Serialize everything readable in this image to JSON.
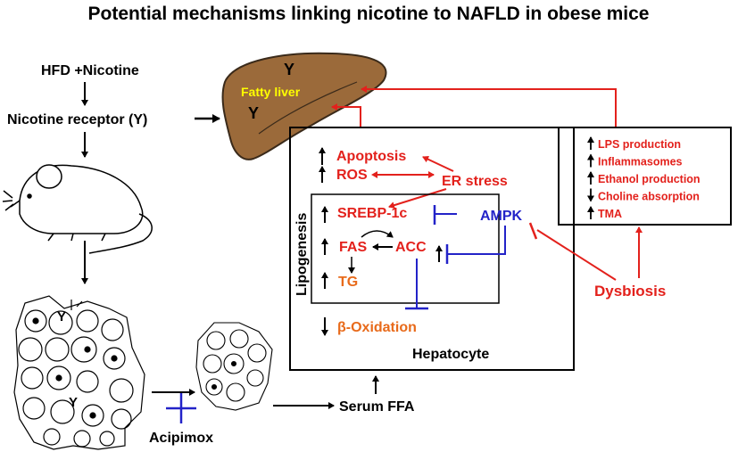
{
  "title": "Potential mechanisms linking nicotine to NAFLD in obese mice",
  "left_column": {
    "treatment": "HFD +Nicotine",
    "receptor": "Nicotine  receptor (Y)",
    "acipimox": "Acipimox",
    "serum_ffa": "Serum FFA"
  },
  "liver": {
    "label": "Fatty liver",
    "receptor_marks": [
      "Y",
      "Y"
    ]
  },
  "hepatocyte": {
    "label": "Hepatocyte",
    "apoptosis": "Apoptosis",
    "ros": "ROS",
    "er_stress": "ER stress",
    "lipogenesis": "Lipogenesis",
    "srebp": "SREBP-1c",
    "fas": "FAS",
    "acc": "ACC",
    "tg": "TG",
    "ampk": "AMPK",
    "beta_oxidation": "β-Oxidation"
  },
  "microbiota": {
    "items": [
      {
        "direction": "up",
        "text": "LPS production"
      },
      {
        "direction": "up",
        "text": "Inflammasomes"
      },
      {
        "direction": "up",
        "text": "Ethanol production"
      },
      {
        "direction": "down",
        "text": "Choline absorption"
      },
      {
        "direction": "up",
        "text": "TMA"
      }
    ],
    "dysbiosis": "Dysbiosis"
  },
  "colors": {
    "red": "#e3211c",
    "orange": "#e86a1a",
    "blue": "#2323c8",
    "liver_fill": "#9b6a3a",
    "liver_label": "#ffff00"
  }
}
